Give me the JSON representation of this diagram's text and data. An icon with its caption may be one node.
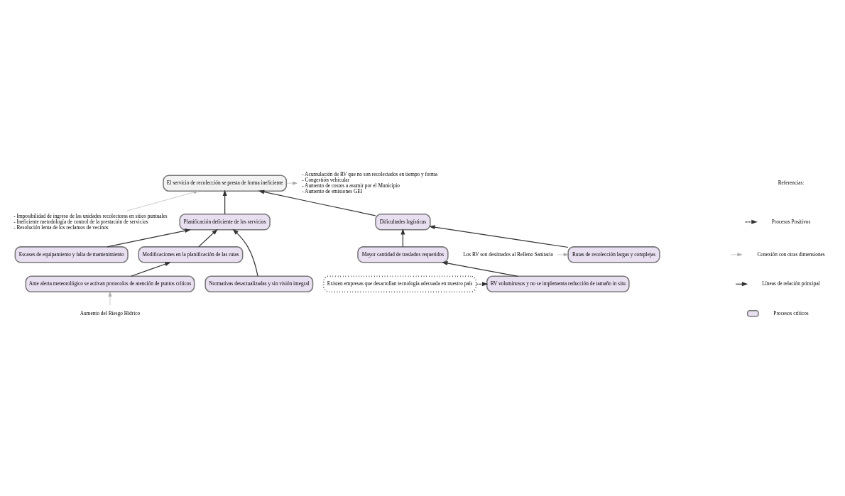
{
  "diagram": {
    "nodes": [
      {
        "text": [
          "- Imposibilidad de ingreso de las unidades recolectoras en sitios puntuales",
          "- Ineficiente metodología de control de la prestación de servicios",
          "- Resolución lenta de los reclamos de vecinos"
        ]
      },
      {
        "text": [
          "- Acumulación de RV que no son recolectados en tiempo y forma",
          "- Congestión vehicular",
          "- Aumento de costos a asumir por el Municipio",
          "- Aumento de emisiones GEI"
        ]
      },
      {
        "text": [
          "El servicio de recolección se presta de forma ineficiente"
        ]
      },
      {
        "text": [
          "Planificación deficiente de los servicios"
        ]
      },
      {
        "text": [
          "Dificultades logísticas"
        ]
      },
      {
        "text": [
          "Escases de equipamiento y falta de mantenimiento"
        ]
      },
      {
        "text": [
          "Modificaciones en la planificación de las rutas"
        ]
      },
      {
        "text": [
          "Mayor cantidad de traslados requeridos"
        ]
      },
      {
        "text": [
          "Rutas de recolección largas y complejas"
        ]
      },
      {
        "text": [
          "Los RV son destinados al Relleno Sanitario"
        ]
      },
      {
        "text": [
          "Normativas desactualizadas y sin visión integral"
        ]
      },
      {
        "text": [
          "Ante alerta meteorológico se activan protocolos de atención de puntos críticos"
        ]
      },
      {
        "text": [
          "RV voluminosos y no se implementa reducción de tamaño in situ"
        ]
      },
      {
        "text": [
          "Existen empresas que desarrollan tecnología adecuada en nuestro país"
        ]
      },
      {
        "text": [
          "Aumento del Riesgo Hídrico"
        ]
      }
    ],
    "edges": [
      {
        "from": 0,
        "to": 2,
        "arrow": "to",
        "color": "#aaaaaa"
      },
      {
        "from": 2,
        "to": 1,
        "arrow": "to",
        "color": "#aaaaaa"
      },
      {
        "from": 3,
        "to": 2,
        "arrow": "to"
      },
      {
        "from": 4,
        "to": 2,
        "arrow": "to"
      },
      {
        "from": 5,
        "to": 3,
        "arrow": "to"
      },
      {
        "from": 6,
        "to": 3,
        "arrow": "to"
      },
      {
        "from": 10,
        "to": 3,
        "arrow": "to"
      },
      {
        "from": 7,
        "to": 4,
        "arrow": "to"
      },
      {
        "from": 8,
        "to": 4,
        "arrow": "to"
      },
      {
        "from": 9,
        "to": 8,
        "arrow": "to",
        "color": "#aaaaaa"
      },
      {
        "from": 11,
        "to": 6,
        "arrow": "to"
      },
      {
        "from": 12,
        "to": 7,
        "arrow": "to"
      },
      {
        "from": 13,
        "to": 12,
        "arrow": "to",
        "style": "dashed"
      },
      {
        "from": 14,
        "to": 11,
        "arrow": "to",
        "color": "#aaaaaa"
      }
    ],
    "labels": [
      "Referencias:"
    ],
    "legend": [
      {
        "text": "Procesos Positivos"
      },
      {
        "text": "Conexión con otras dimensiones"
      },
      {
        "text": "Líneas de relación principal"
      },
      {
        "text": "Procesos críticos"
      }
    ]
  }
}
